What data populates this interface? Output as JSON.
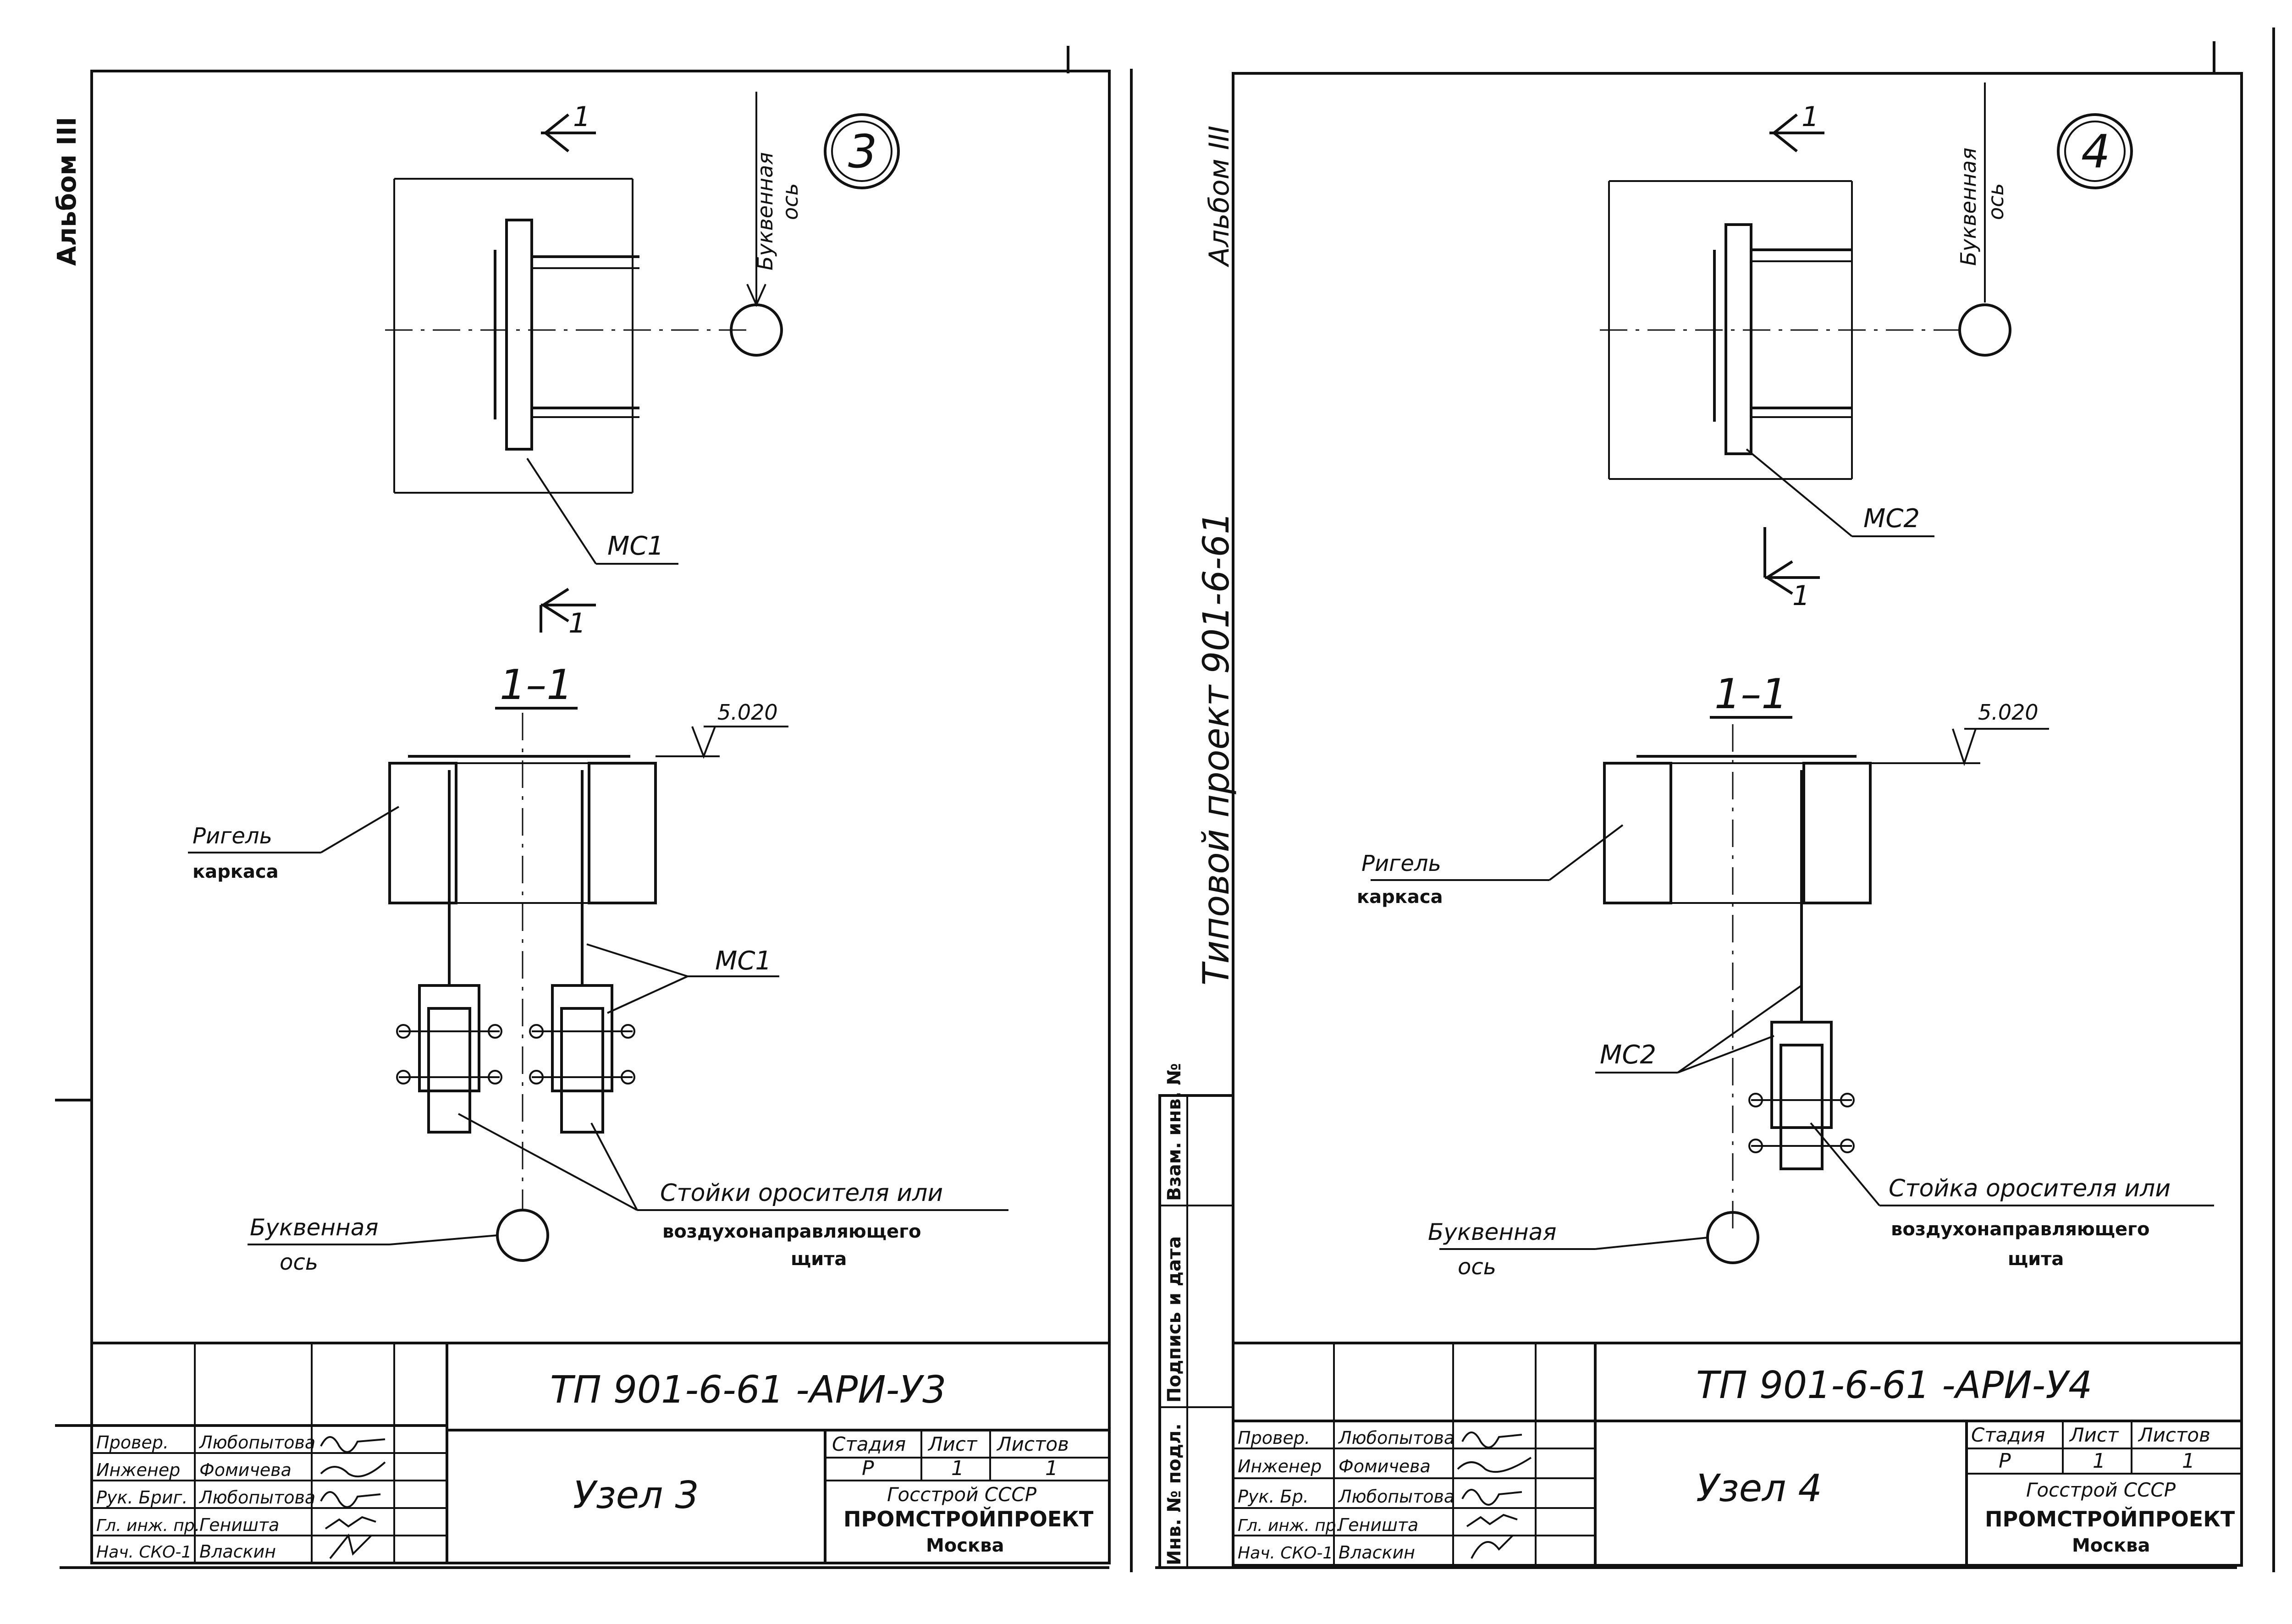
{
  "sheets": [
    {
      "album": "Альбом III",
      "node_number": "3",
      "section_mark": "1",
      "section_title": "1–1",
      "axis_vertical_label_1": "Буквенная",
      "axis_vertical_label_2": "ось",
      "part_plan": "МС1",
      "part_section": "МС1",
      "elevation": "5.020",
      "beam_label_1": "Ригель",
      "beam_label_2": "каркаса",
      "post_label_1": "Стойки оросителя или",
      "post_label_2": "воздухонаправляющего",
      "post_label_3": "щита",
      "axis_label_1": "Буквенная",
      "axis_label_2": "ось",
      "doc_code": "ТП 901-6-61 -АРИ-У3",
      "title": "Узел 3",
      "roles": [
        "Провер.",
        "Инженер",
        "Рук. Бриг.",
        "Гл. инж. пр.",
        "Нач. СКО-1"
      ],
      "names": [
        "Любопытова",
        "Фомичева",
        "Любопытова",
        "Геништа",
        "Власкин"
      ],
      "stage_head": "Стадия",
      "sheet_head": "Лист",
      "sheets_head": "Листов",
      "stage": "Р",
      "sheet": "1",
      "sheets_count": "1",
      "org_1": "Госстрой СССР",
      "org_2": "ПРОМСТРОЙПРОЕКТ",
      "org_3": "Москва"
    },
    {
      "album": "Альбом III",
      "node_number": "4",
      "section_mark": "1",
      "section_title": "1–1",
      "axis_vertical_label_1": "Буквенная",
      "axis_vertical_label_2": "ось",
      "part_plan": "МС2",
      "part_section": "МС2",
      "elevation": "5.020",
      "beam_label_1": "Ригель",
      "beam_label_2": "каркаса",
      "post_label_1": "Стойка оросителя или",
      "post_label_2": "воздухонаправляющего",
      "post_label_3": "щита",
      "axis_label_1": "Буквенная",
      "axis_label_2": "ось",
      "doc_code": "ТП 901-6-61 -АРИ-У4",
      "title": "Узел 4",
      "roles": [
        "Провер.",
        "Инженер",
        "Рук. Бр.",
        "Гл. инж. пр.",
        "Нач. СКО-1"
      ],
      "names": [
        "Любопытова",
        "Фомичева",
        "Любопытова",
        "Геништа",
        "Власкин"
      ],
      "stage_head": "Стадия",
      "sheet_head": "Лист",
      "sheets_head": "Листов",
      "stage": "Р",
      "sheet": "1",
      "sheets_count": "1",
      "org_1": "Госстрой СССР",
      "org_2": "ПРОМСТРОЙПРОЕКТ",
      "org_3": "Москва"
    }
  ],
  "project_vertical": "Типовой проект 901-6-61",
  "side_stamp": [
    "Инв. № подл.",
    "Подпись и дата",
    "Взам. инв. №"
  ]
}
